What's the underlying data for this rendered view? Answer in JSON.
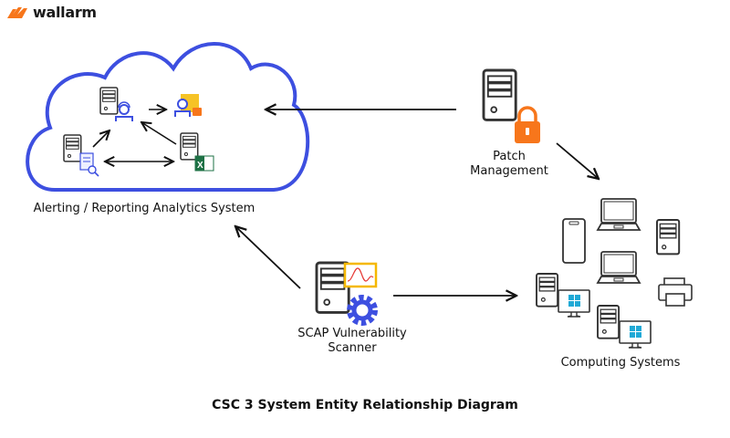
{
  "brand": {
    "name": "wallarm",
    "color": "#f7761b"
  },
  "diagram": {
    "title": "CSC 3 System Entity Relationship Diagram",
    "nodes": {
      "alerting": {
        "label": "Alerting / Reporting Analytics System"
      },
      "patch": {
        "label_line1": "Patch",
        "label_line2": "Management"
      },
      "scap": {
        "label_line1": "SCAP Vulnerability",
        "label_line2": "Scanner"
      },
      "computing": {
        "label": "Computing Systems"
      }
    },
    "edges": [
      {
        "from": "patch",
        "to": "alerting"
      },
      {
        "from": "patch",
        "to": "computing"
      },
      {
        "from": "scap",
        "to": "alerting"
      },
      {
        "from": "scap",
        "to": "computing"
      }
    ],
    "colors": {
      "cloud": "#3d4fe0",
      "accent_orange": "#f7761b",
      "accent_yellow": "#f5b800",
      "windows": "#1fa9d6",
      "excel": "#1e7145"
    }
  }
}
